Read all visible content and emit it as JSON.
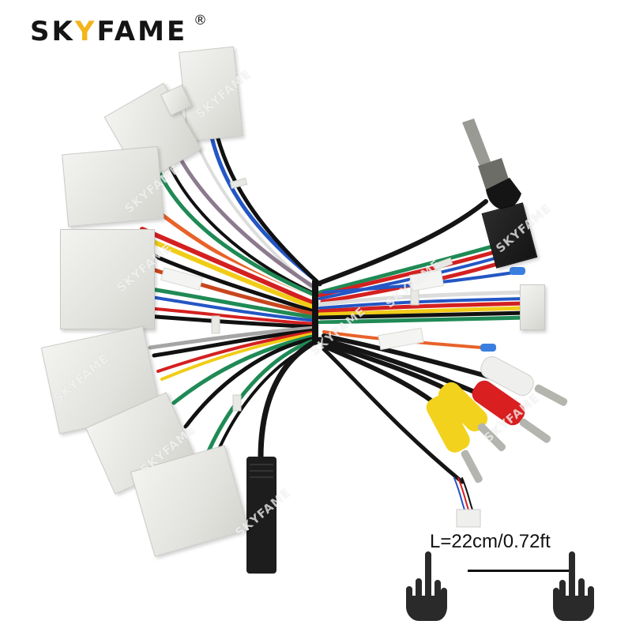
{
  "brand": {
    "logo_text_before": "SK",
    "logo_text_highlight": "Y",
    "logo_text_after": "FAME",
    "registered_mark": "®",
    "accent_color": "#f2b51c",
    "text_color": "#151515"
  },
  "watermark": {
    "text": "SKYFAME"
  },
  "product": {
    "description": "Car radio wiring harness with multiple white connectors, antenna adapter, RCA plugs and USB cable",
    "wire_colors": [
      "#111111",
      "#d42020",
      "#f1cc17",
      "#1f8a55",
      "#2456c4",
      "#ffffff",
      "#e8622a",
      "#8c7a8e",
      "#a5a5a5"
    ],
    "rca_plug_colors": [
      "#f2d21c",
      "#f2d21c",
      "#d91f1f",
      "#efefed"
    ]
  },
  "measurement": {
    "label": "L=22cm/0.72ft",
    "left_icon": "pointing-hand-icon",
    "right_icon": "pointing-hand-icon"
  }
}
